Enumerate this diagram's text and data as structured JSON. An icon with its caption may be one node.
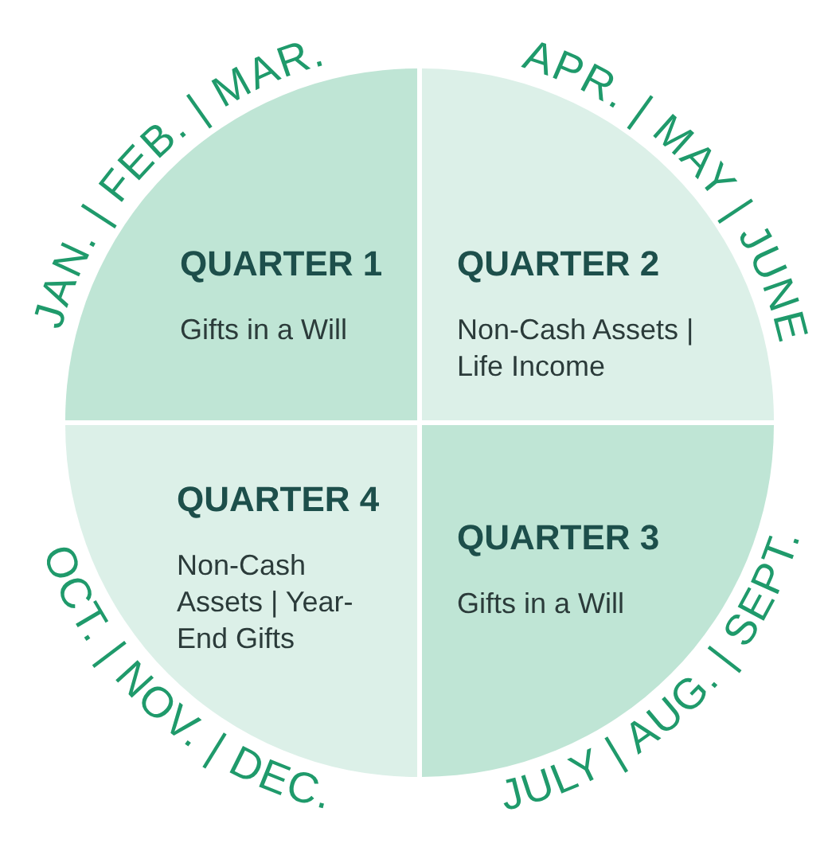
{
  "diagram": {
    "nodes": [
      {
        "text": [
          "QUARTER 1",
          "Gifts in a Will"
        ]
      },
      {
        "text": [
          "QUARTER 2",
          "Non-Cash Assets | Life Income"
        ]
      },
      {
        "text": [
          "QUARTER 4",
          "Non-Cash Assets | Year-End Gifts"
        ]
      },
      {
        "text": [
          "QUARTER 3",
          "Gifts in a Will"
        ]
      }
    ],
    "labels": [
      "JAN. | FEB. | MAR.",
      "APR. | MAY | JUNE",
      "OCT. | NOV. | DEC.",
      "JULY | AUG. | SEPT."
    ]
  }
}
